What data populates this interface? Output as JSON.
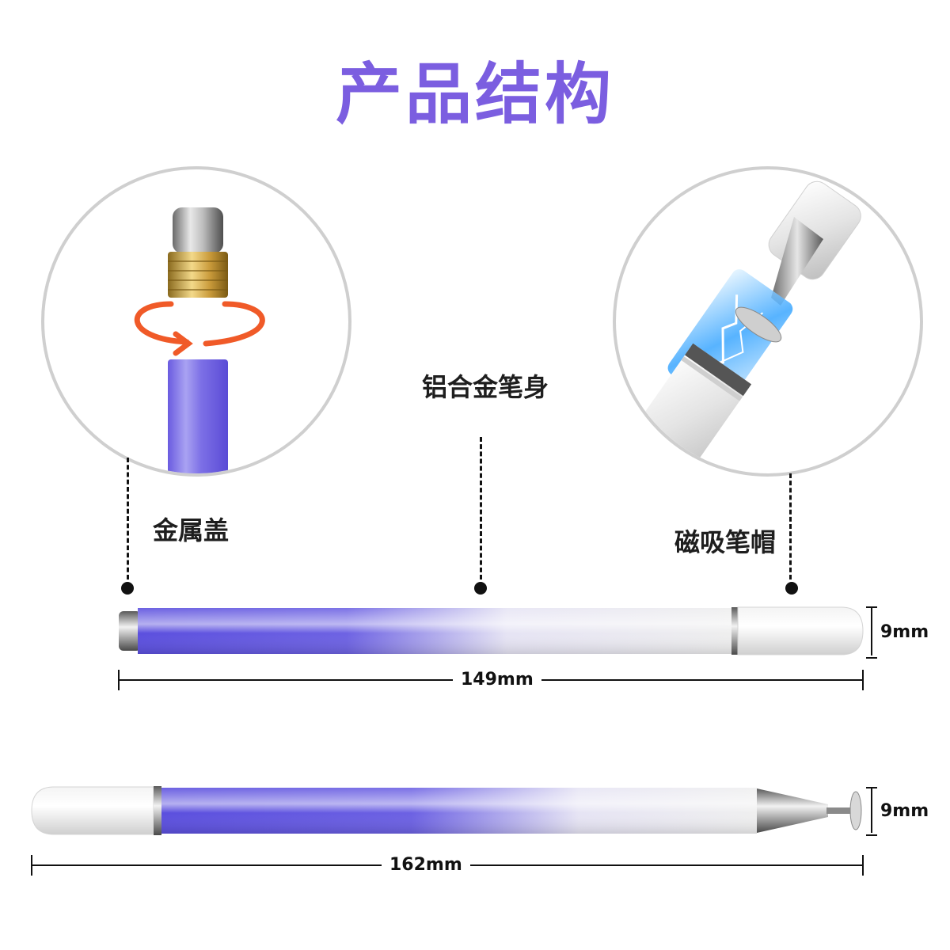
{
  "title": "产品结构",
  "labels": {
    "metal_cap": "金属盖",
    "alloy_body": "铝合金笔身",
    "magnetic_cap": "磁吸笔帽"
  },
  "dimensions": {
    "pen1_length": "149mm",
    "pen1_diameter": "9mm",
    "pen2_length": "162mm",
    "pen2_diameter": "9mm"
  },
  "colors": {
    "title": "#7b5ee0",
    "pen_body_purple": "#6a5be0",
    "rotate_arrow": "#f05a28"
  }
}
